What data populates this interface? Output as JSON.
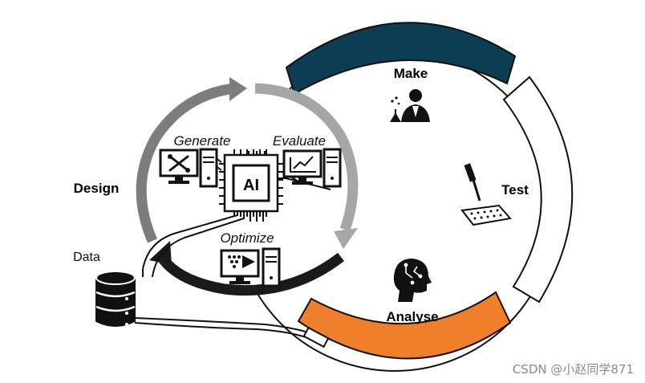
{
  "labels": {
    "design": "Design",
    "make": "Make",
    "test": "Test",
    "analyse": "Analyse",
    "data": "Data",
    "generate": "Generate",
    "evaluate": "Evaluate",
    "optimize": "Optimize",
    "ai": "AI"
  },
  "watermark": "CSDN @小赵同学871",
  "colors": {
    "make_arc": "#0d3d52",
    "analyse_arc": "#f07f2c",
    "test_arc": "#ffffff",
    "design_arrow_gray": "#7d7d7d",
    "design_arrow_light": "#a6a6a6",
    "design_arrow_dark": "#1a1a1a"
  },
  "icons": [
    "scientist-icon",
    "pipette-icon",
    "brain-icon",
    "database-icon",
    "ai-chip-icon",
    "computer-icon"
  ]
}
